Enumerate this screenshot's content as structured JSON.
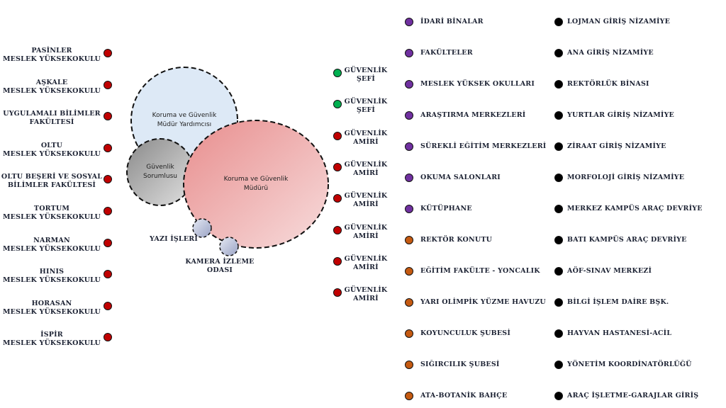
{
  "colors": {
    "purple": "#7030a0",
    "orange": "#c55a11",
    "black": "#000000",
    "red": "#c00000",
    "green": "#00b050"
  },
  "left_units": [
    [
      "PASİNLER",
      "MESLEK YÜKSEKOKULU"
    ],
    [
      "AŞKALE",
      "MESLEK YÜKSEKOKULU"
    ],
    [
      "UYGULAMALI BİLİMLER",
      "FAKÜLTESİ"
    ],
    [
      "OLTU",
      "MESLEK YÜKSEKOKULU"
    ],
    [
      "OLTU BEŞERİ VE SOSYAL",
      "BİLİMLER FAKÜLTESİ"
    ],
    [
      "TORTUM",
      "MESLEK YÜKSEKOKULU"
    ],
    [
      "NARMAN",
      "MESLEK YÜKSEKOKULU"
    ],
    [
      "HINIS",
      "MESLEK YÜKSEKOKULU"
    ],
    [
      "HORASAN",
      "MESLEK YÜKSEKOKULU"
    ],
    [
      "İSPİR",
      "MESLEK YÜKSEKOKULU"
    ]
  ],
  "roles": [
    {
      "l1": "GÜVENLİK",
      "l2": "ŞEFİ",
      "color": "green"
    },
    {
      "l1": "GÜVENLİK",
      "l2": "ŞEFİ",
      "color": "green"
    },
    {
      "l1": "GÜVENLİK",
      "l2": "AMİRİ",
      "color": "red"
    },
    {
      "l1": "GÜVENLİK",
      "l2": "AMİRİ",
      "color": "red"
    },
    {
      "l1": "GÜVENLİK",
      "l2": "AMİRİ",
      "color": "red"
    },
    {
      "l1": "GÜVENLİK",
      "l2": "AMİRİ",
      "color": "red"
    },
    {
      "l1": "GÜVENLİK",
      "l2": "AMİRİ",
      "color": "red"
    },
    {
      "l1": "GÜVENLİK",
      "l2": "AMİRİ",
      "color": "red"
    }
  ],
  "circles": {
    "assistant": "Koruma ve Güvenlik Müdür Yardımcısı",
    "manager": "Koruma ve Güvenlik Müdürü",
    "officer": "Güvenlik Sorumlusu",
    "clerk": "YAZI İŞLERİ",
    "camera": "KAMERA İZLEME ODASI"
  },
  "locations_col1": [
    {
      "label": "İDARİ BİNALAR",
      "color": "purple"
    },
    {
      "label": "FAKÜLTELER",
      "color": "purple"
    },
    {
      "label": "MESLEK YÜKSEK OKULLARI",
      "color": "purple"
    },
    {
      "label": "ARAŞTIRMA MERKEZLERİ",
      "color": "purple"
    },
    {
      "label": "SÜREKLİ EĞİTİM MERKEZLERİ",
      "color": "purple"
    },
    {
      "label": "OKUMA SALONLARI",
      "color": "purple"
    },
    {
      "label": "KÜTÜPHANE",
      "color": "purple"
    },
    {
      "label": "REKTÖR KONUTU",
      "color": "orange"
    },
    {
      "label": "EĞİTİM FAKÜLTE - YONCALIK",
      "color": "orange"
    },
    {
      "label": "YARI OLİMPİK YÜZME HAVUZU",
      "color": "orange"
    },
    {
      "label": "KOYUNCULUK ŞUBESİ",
      "color": "orange"
    },
    {
      "label": "SIĞIRCILIK ŞUBESİ",
      "color": "orange"
    },
    {
      "label": "ATA-BOTANİK BAHÇE",
      "color": "orange"
    }
  ],
  "locations_col2": [
    "LOJMAN GİRİŞ NİZAMİYE",
    "ANA GİRİŞ NİZAMİYE",
    "REKTÖRLÜK BİNASI",
    "YURTLAR GİRİŞ NİZAMİYE",
    "ZİRAAT GİRİŞ NİZAMİYE",
    "MORFOLOJİ GİRİŞ NİZAMİYE",
    "MERKEZ KAMPÜS ARAÇ DEVRİYE",
    "BATI KAMPÜS ARAÇ DEVRİYE",
    "AÖF-SINAV MERKEZİ",
    "BİLGİ İŞLEM DAİRE BŞK.",
    "HAYVAN HASTANESİ-ACİL",
    "YÖNETİM KOORDİNATÖRLÜĞÜ",
    "ARAÇ İŞLETME-GARAJLAR GİRİŞ"
  ]
}
